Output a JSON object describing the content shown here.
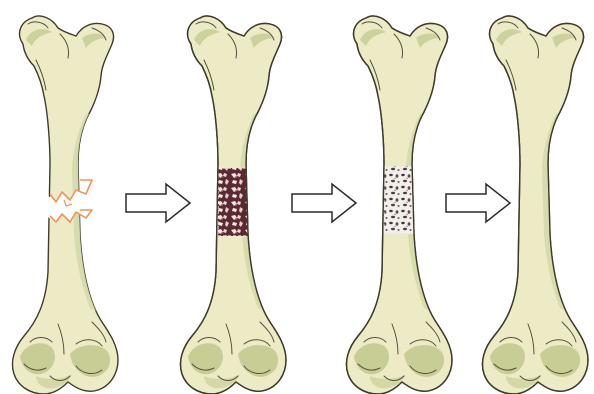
{
  "diagram": {
    "stages": [
      {
        "id": "fracture",
        "icon": "fractured-femur-icon"
      },
      {
        "id": "callus",
        "icon": "femur-hematoma-callus-icon"
      },
      {
        "id": "woven-bone",
        "icon": "femur-spongy-bone-icon"
      },
      {
        "id": "remodeled",
        "icon": "healed-femur-icon"
      }
    ],
    "arrows": 3,
    "colors": {
      "bone_fill": "#ecebc6",
      "bone_shadow": "#c9cf99",
      "outline": "#3f3a2b",
      "fracture_edge": "#f0935a",
      "callus_dark": "#5a2a30",
      "callus_light": "#f2e7e2",
      "woven_dark": "#3f3a3a",
      "arrow_fill": "#ffffff",
      "arrow_stroke": "#2a2a2a"
    }
  }
}
